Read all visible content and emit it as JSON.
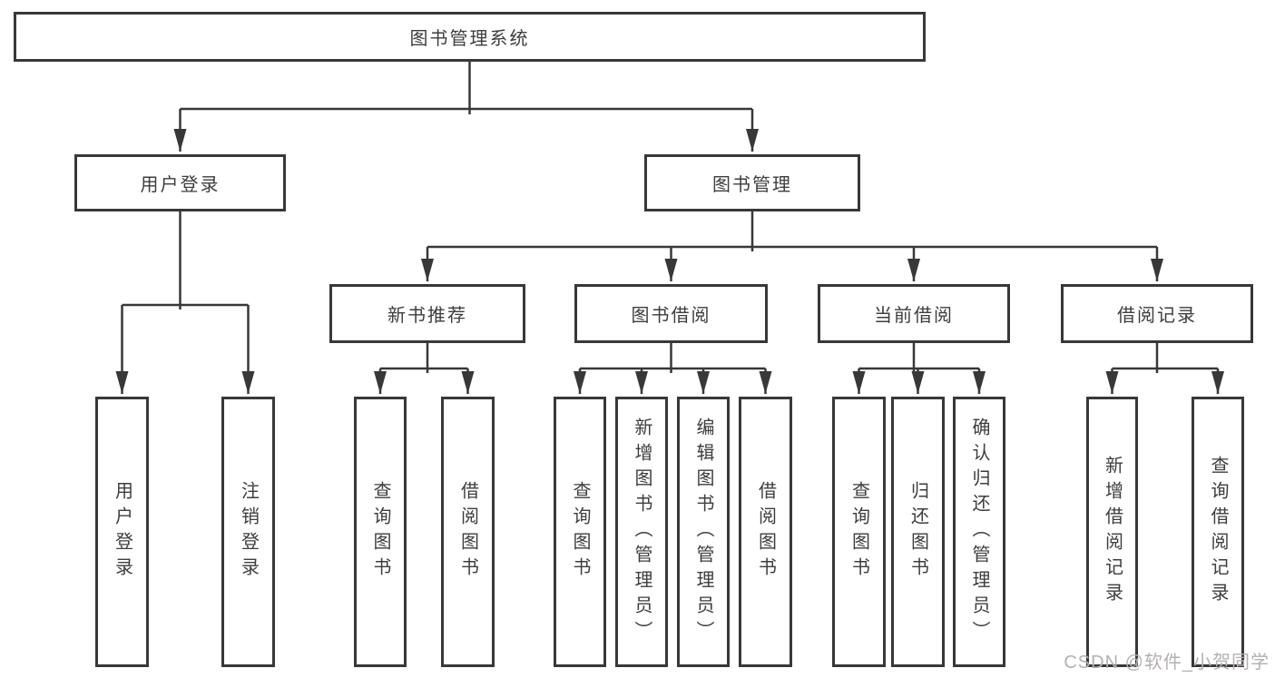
{
  "tree": {
    "root": "图书管理系统",
    "branches": [
      {
        "label": "用户登录",
        "children": [
          "用户登录",
          "注销登录"
        ]
      },
      {
        "label": "图书管理",
        "children": [
          {
            "label": "新书推荐",
            "children": [
              "查询图书",
              "借阅图书"
            ]
          },
          {
            "label": "图书借阅",
            "children": [
              "查询图书",
              "新增图书（管理员）",
              "编辑图书（管理员）",
              "借阅图书"
            ]
          },
          {
            "label": "当前借阅",
            "children": [
              "查询图书",
              "归还图书",
              "确认归还（管理员）"
            ]
          },
          {
            "label": "借阅记录",
            "children": [
              "新增借阅记录",
              "查询借阅记录"
            ]
          }
        ]
      }
    ]
  },
  "watermark": "CSDN @软件_小贺同学",
  "colors": {
    "line": "#383838",
    "text": "#3d3d3d",
    "background": "#ffffff",
    "watermark": "#b5b0b0"
  }
}
